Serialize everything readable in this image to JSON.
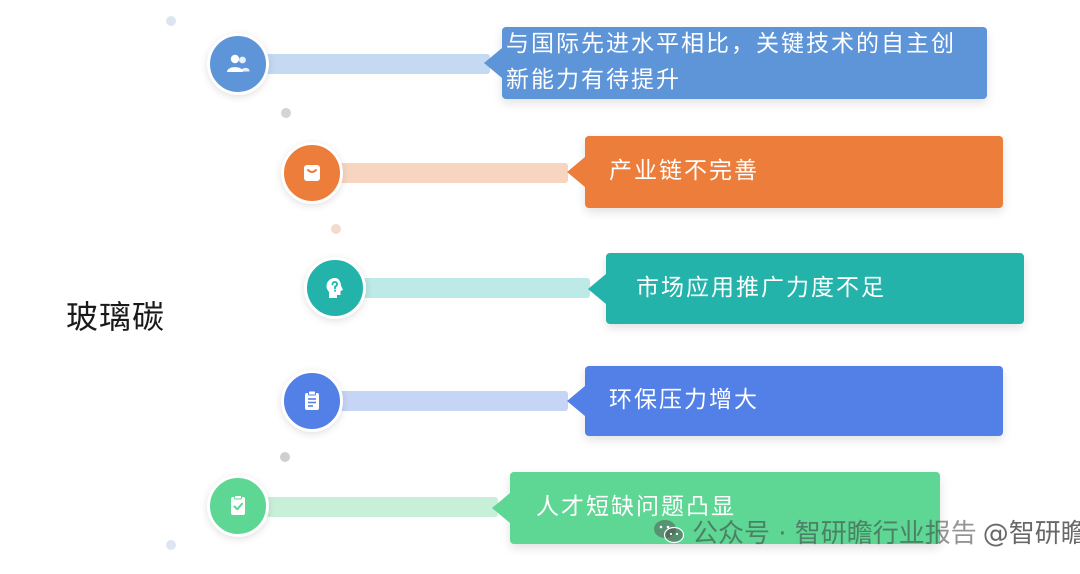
{
  "diagram": {
    "title": "玻璃碳",
    "items": [
      {
        "icon": "users-icon",
        "color": "#5e95d8",
        "bar_color": "#c4d9f2",
        "text": "与国际先进水平相比，关键技术的自主创新能力有待提升"
      },
      {
        "icon": "bag-icon",
        "color": "#ec7d3a",
        "bar_color": "#f7d5c0",
        "text": "产业链不完善"
      },
      {
        "icon": "idea-head-icon",
        "color": "#23b3aa",
        "bar_color": "#bde9e6",
        "text": "市场应用推广力度不足"
      },
      {
        "icon": "clipboard-icon",
        "color": "#5380e6",
        "bar_color": "#c6d4f6",
        "text": "环保压力增大"
      },
      {
        "icon": "check-clipboard-icon",
        "color": "#5ed694",
        "bar_color": "#c8f0d9",
        "text": "人才短缺问题凸显"
      }
    ]
  },
  "watermark": {
    "text": "公众号 · 智研瞻行业报告",
    "handle": "@智研瞻"
  }
}
